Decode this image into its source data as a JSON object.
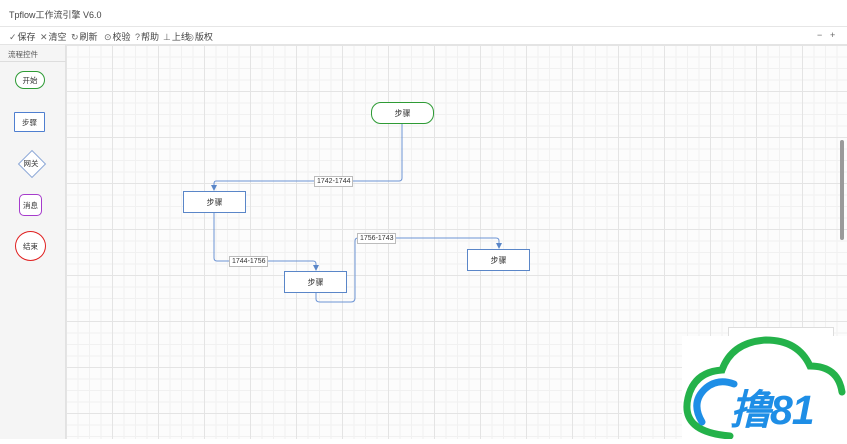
{
  "window": {
    "title": "Tpflow工作流引擎 V6.0"
  },
  "toolbar": {
    "items": [
      {
        "glyph": "✓",
        "label": "保存"
      },
      {
        "glyph": "✕",
        "label": "清空"
      },
      {
        "glyph": "↻",
        "label": "刷新"
      },
      {
        "glyph": "⊙",
        "label": "校验"
      },
      {
        "glyph": "?",
        "label": "帮助"
      },
      {
        "glyph": "⊥",
        "label": "上线"
      },
      {
        "glyph": "◎",
        "label": "版权"
      }
    ],
    "right_controls": [
      "−",
      "+"
    ]
  },
  "sidebar": {
    "title": "流程控件",
    "shapes": [
      {
        "label": "开始"
      },
      {
        "label": "步骤"
      },
      {
        "label": "网关"
      },
      {
        "label": "消息"
      },
      {
        "label": "结束"
      }
    ]
  },
  "canvas": {
    "nodes": [
      {
        "label": "步骤"
      },
      {
        "label": "步骤"
      },
      {
        "label": "步骤"
      },
      {
        "label": "步骤"
      }
    ],
    "edges": [
      {
        "label": "1742-1744"
      },
      {
        "label": "1744-1756"
      },
      {
        "label": "1756-1743"
      }
    ]
  },
  "watermark": {
    "text": "撸81",
    "color": "#1e8ee6"
  }
}
